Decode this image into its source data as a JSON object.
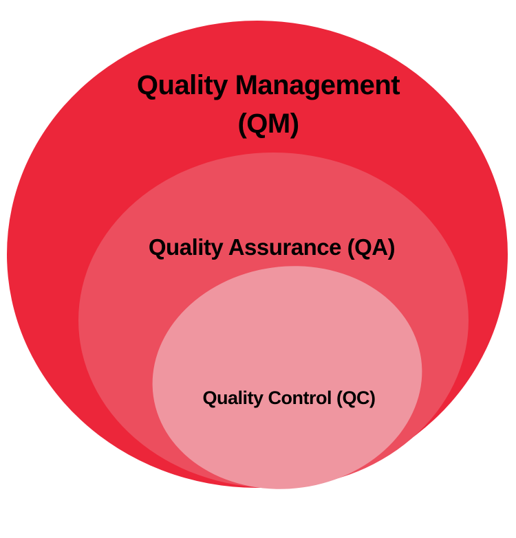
{
  "diagram": {
    "type": "nested-ellipses",
    "levels": [
      {
        "id": "qm",
        "label_line1": "Quality Management",
        "label_line2": "(QM)",
        "color": "#EC263A"
      },
      {
        "id": "qa",
        "label": "Quality Assurance (QA)",
        "color": "#EC4E5E"
      },
      {
        "id": "qc",
        "label": "Quality Control (QC)",
        "color": "#EF96A0"
      }
    ],
    "text_color": "#000000",
    "background": "#FFFFFF"
  }
}
